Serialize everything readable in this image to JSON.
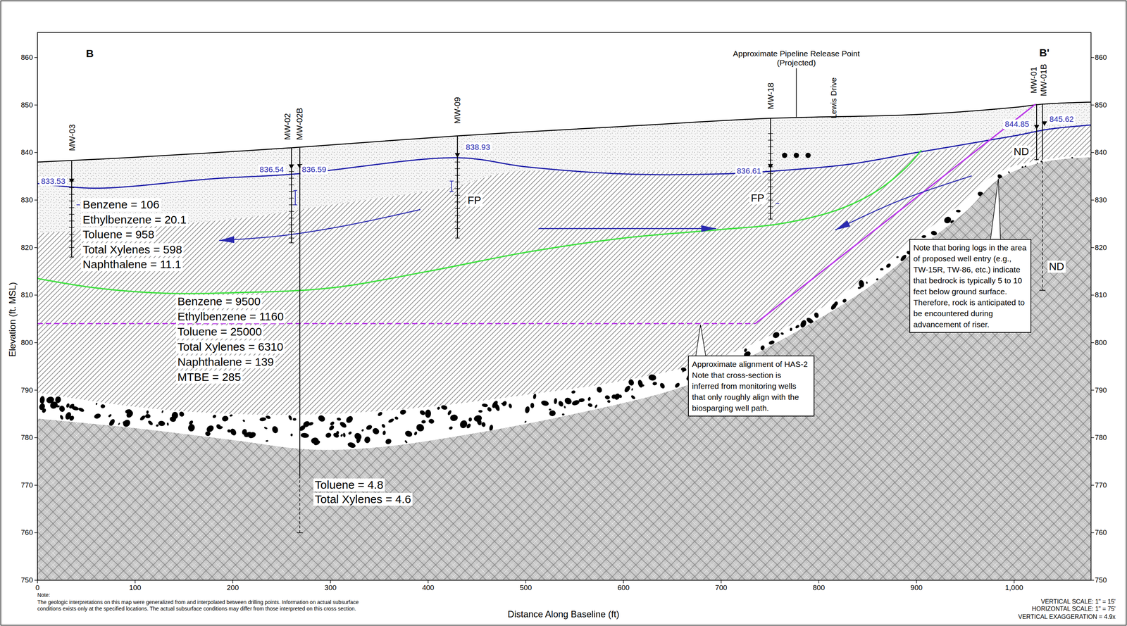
{
  "diagram": {
    "nodes": [
      {
        "text": [
          "Note that boring logs in the area of proposed well entry (e.g., TW-15R, TW-86, etc.) indicate that bedrock is typically 5 to 10 feet below ground surface. Therefore, rock is anticipated to be encountered during advancement of riser."
        ]
      },
      {
        "text": [
          "Approximate alignment of HAS-2",
          "Note that cross-section is inferred from monitoring wells that only roughly align with the biosparging well path."
        ]
      }
    ],
    "labels": [
      "B",
      "B'",
      "MW-03",
      "MW-02",
      "MW-02B",
      "MW-09",
      "MW-18",
      "Approximate Pipeline Release Point (Projected)",
      "Lewis Drive",
      "MW-01",
      "MW-01B",
      "833.53",
      "836.54",
      "836.59",
      "838.93",
      "836.61",
      "844.85",
      "845.62",
      "FP",
      "FP",
      "ND",
      "ND",
      "Benzene = 106",
      "Ethylbenzene = 20.1",
      "Toluene = 958",
      "Total Xylenes = 598",
      "Naphthalene = 11.1",
      "Benzene = 9500",
      "Ethylbenzene = 1160",
      "Toluene = 25000",
      "Total Xylenes = 6310",
      "Naphthalene = 139",
      "MTBE = 285",
      "Toluene = 4.8",
      "Total Xylenes = 4.6",
      "Elevation (ft. MSL)",
      "Distance Along Baseline (ft)",
      "Note:",
      "The geologic interpretations on this map were generalized from and interpolated between drilling points. Information on actual subsurface conditions exists only at the specified locations. The actual subsurface conditions may differ from those interpreted on this cross section.",
      "VERTICAL SCALE: 1\" = 15'",
      "HORIZONTAL SCALE: 1\" = 75'",
      "VERTICAL EXAGGERATION = 4.9x",
      "860",
      "850",
      "840",
      "830",
      "820",
      "810",
      "800",
      "790",
      "780",
      "770",
      "760",
      "750",
      "860",
      "850",
      "840",
      "830",
      "820",
      "810",
      "800",
      "790",
      "780",
      "770",
      "760",
      "750",
      "0",
      "100",
      "200",
      "300",
      "400",
      "500",
      "600",
      "700",
      "800",
      "900",
      "1,000"
    ]
  }
}
